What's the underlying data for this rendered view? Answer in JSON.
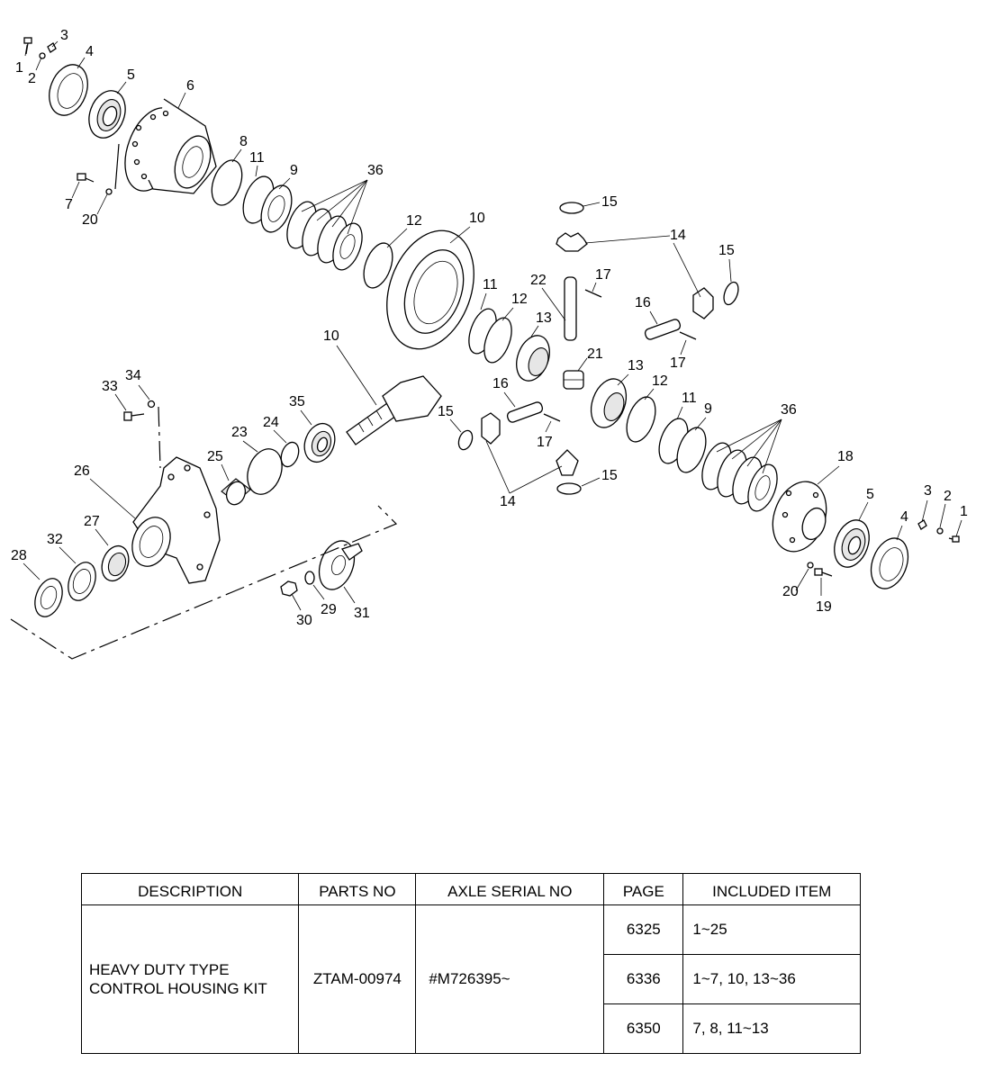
{
  "callouts": {
    "left_housing": [
      "1",
      "2",
      "3",
      "4",
      "5",
      "6",
      "7",
      "20",
      "8",
      "11",
      "9",
      "36",
      "12",
      "10"
    ],
    "center": [
      "15",
      "14",
      "15",
      "17",
      "22",
      "16",
      "17",
      "11",
      "12",
      "13",
      "21",
      "10",
      "16",
      "15",
      "17",
      "14",
      "15",
      "13",
      "12",
      "11",
      "9",
      "36"
    ],
    "pinion": [
      "33",
      "34",
      "35",
      "24",
      "23",
      "25",
      "26",
      "27",
      "32",
      "28",
      "29",
      "30",
      "31"
    ],
    "right_housing": [
      "18",
      "5",
      "3",
      "2",
      "1",
      "4",
      "20",
      "19"
    ]
  },
  "table": {
    "headers": [
      "DESCRIPTION",
      "PARTS NO",
      "AXLE SERIAL NO",
      "PAGE",
      "INCLUDED ITEM"
    ],
    "description_line1": "HEAVY DUTY TYPE",
    "description_line2": "CONTROL HOUSING KIT",
    "parts_no": "ZTAM-00974",
    "axle_serial_no": "#M726395~",
    "rows": [
      {
        "page": "6325",
        "included": "1~25"
      },
      {
        "page": "6336",
        "included": "1~7, 10, 13~36"
      },
      {
        "page": "6350",
        "included": "7, 8, 11~13"
      }
    ]
  }
}
